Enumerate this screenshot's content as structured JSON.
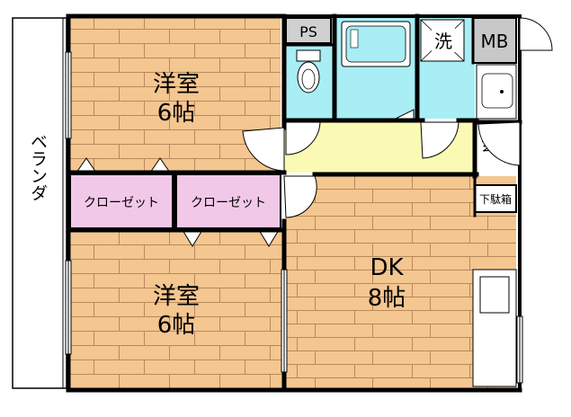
{
  "rooms": {
    "western_top": {
      "name": "洋室",
      "size": "6帖"
    },
    "western_bottom": {
      "name": "洋室",
      "size": "6帖"
    },
    "dk": {
      "name": "DK",
      "size": "8帖"
    }
  },
  "labels": {
    "veranda": "ベランダ",
    "closet_left": "クローゼット",
    "closet_right": "クローゼット",
    "ps": "PS",
    "wash": "洗",
    "mb": "MB",
    "entrance": "玄関",
    "shoe_box": "下駄箱"
  },
  "colors": {
    "floor_wood": "#f4c690",
    "floor_line": "#b9895a",
    "wall": "#000000",
    "closet": "#f2c8e8",
    "hall": "#fafab4",
    "wet_area": "#a8eef4",
    "ps": "#d0d0d0",
    "mb": "#c8c8c8"
  }
}
